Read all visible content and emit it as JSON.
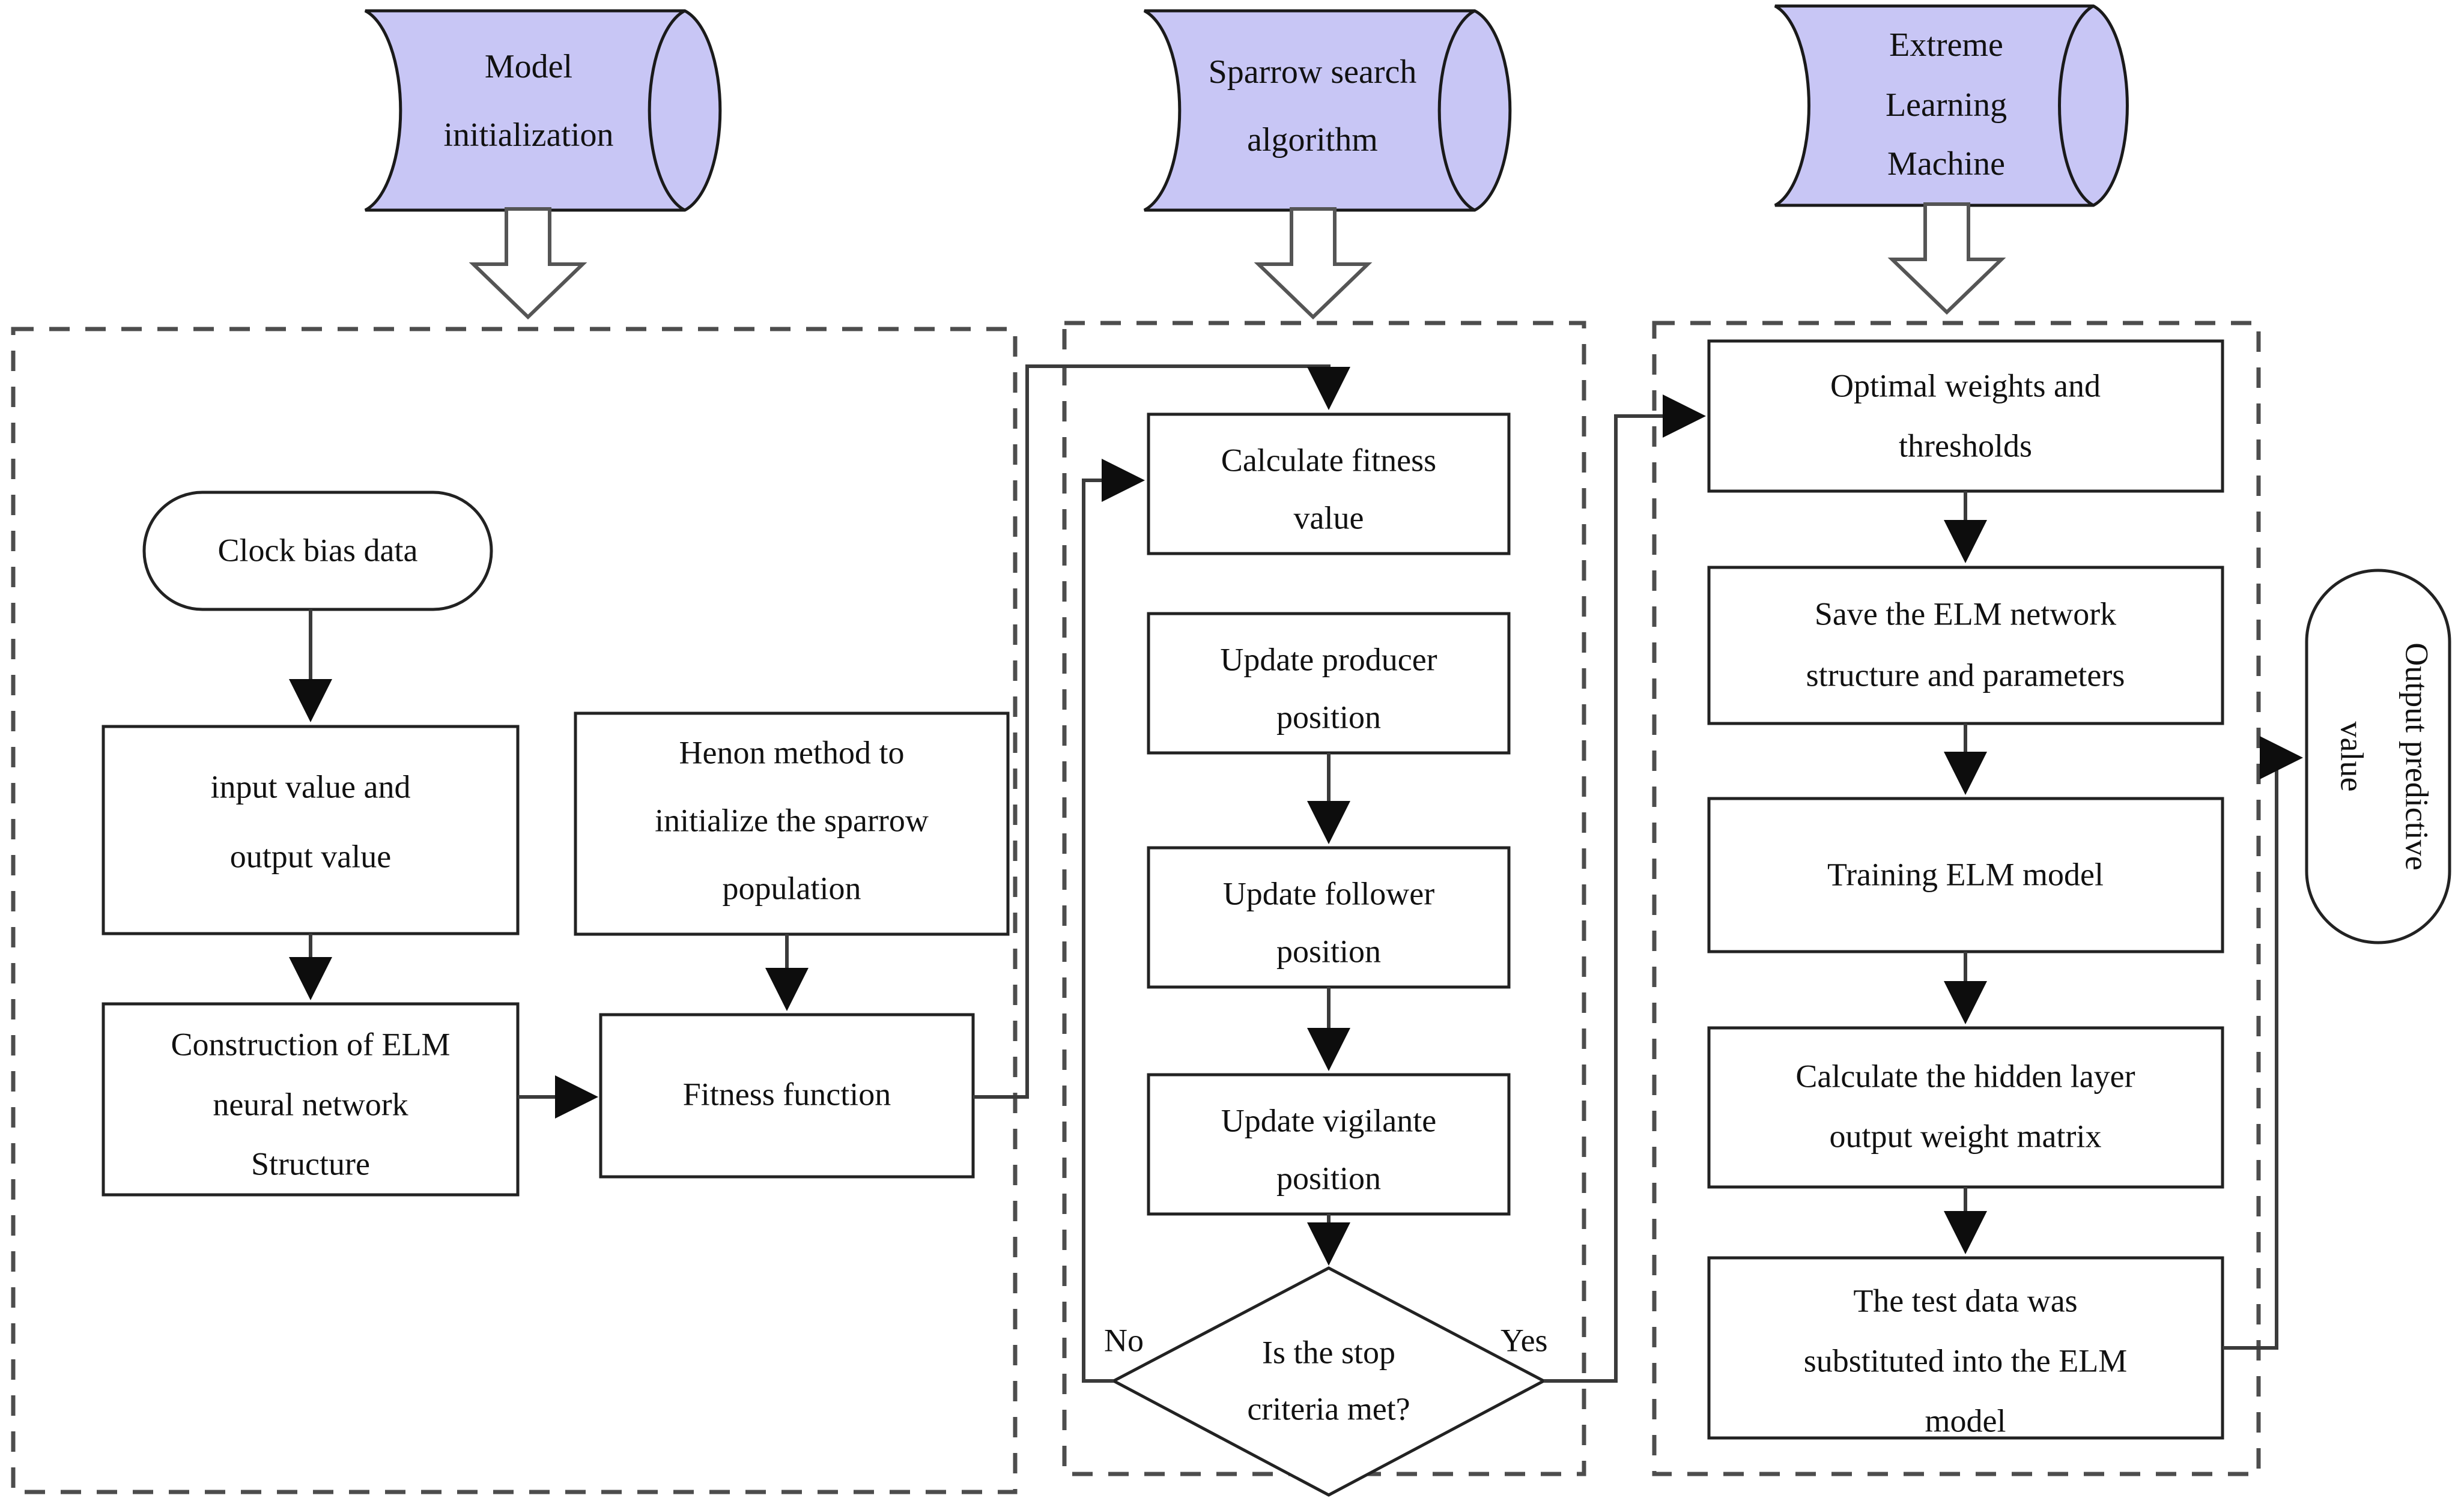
{
  "diagram": {
    "title": "SSA-ELM clock bias prediction model flowchart",
    "colors": {
      "cylinder_fill": "#c8c6f5",
      "node_stroke": "#222222",
      "panel_stroke": "#4d4d4d",
      "background": "#ffffff"
    },
    "stages": [
      {
        "id": "stage-model-init",
        "label": "Model\ninitialization"
      },
      {
        "id": "stage-sparrow",
        "label": "Sparrow search\nalgorithm"
      },
      {
        "id": "stage-elm",
        "label": "Extreme\nLearning\nMachine"
      }
    ],
    "stage_labels": {
      "model_initialization": {
        "line1": "Model",
        "line2": "initialization"
      },
      "sparrow_search_algorithm": {
        "line1": "Sparrow search",
        "line2": "algorithm"
      },
      "extreme_learning_machine": {
        "line1": "Extreme",
        "line2": "Learning",
        "line3": "Machine"
      }
    },
    "panels": [
      {
        "id": "panel-model-initialization",
        "stage": "Model initialization"
      },
      {
        "id": "panel-sparrow-search",
        "stage": "Sparrow search algorithm"
      },
      {
        "id": "panel-extreme-learning-machine",
        "stage": "Extreme Learning Machine"
      }
    ],
    "nodes": {
      "clock_bias_data": {
        "shape": "stadium",
        "text": "Clock bias data"
      },
      "input_output_value": {
        "shape": "rect",
        "line1": "input value and",
        "line2": "output value"
      },
      "henon_method": {
        "shape": "rect",
        "line1": "Henon method  to",
        "line2": "initialize the sparrow",
        "line3": "population"
      },
      "construction_elm": {
        "shape": "rect",
        "line1": "Construction of ELM",
        "line2": "neural network",
        "line3": "Structure"
      },
      "fitness_function": {
        "shape": "rect",
        "text": "Fitness function"
      },
      "calculate_fitness_value": {
        "shape": "rect",
        "line1": "Calculate fitness",
        "line2": "value"
      },
      "update_producer_position": {
        "shape": "rect",
        "line1": "Update producer",
        "line2": "position"
      },
      "update_follower_position": {
        "shape": "rect",
        "line1": "Update follower",
        "line2": "position"
      },
      "update_vigilante_position": {
        "shape": "rect",
        "line1": "Update vigilante",
        "line2": "position"
      },
      "stop_criteria": {
        "shape": "diamond",
        "line1": "Is the stop",
        "line2": "criteria met?"
      },
      "optimal_weights": {
        "shape": "rect",
        "line1": "Optimal weights and",
        "line2": "thresholds"
      },
      "save_elm": {
        "shape": "rect",
        "line1": "Save the ELM network",
        "line2": "structure and parameters"
      },
      "training_elm": {
        "shape": "rect",
        "text": "Training ELM model"
      },
      "hidden_layer_matrix": {
        "shape": "rect",
        "line1": "Calculate the hidden layer",
        "line2": "output weight matrix"
      },
      "test_data_elm": {
        "shape": "rect",
        "line1": "The test data was",
        "line2": "substituted into the ELM",
        "line3": "model"
      },
      "output_predictive_value": {
        "shape": "stadium-vertical",
        "line1": "Output predictive",
        "line2": "value"
      }
    },
    "edge_labels": {
      "no": "No",
      "yes": "Yes"
    },
    "edges": [
      {
        "from": "Model initialization",
        "to": "panel-model-initialization",
        "kind": "block-arrow-down"
      },
      {
        "from": "Sparrow search algorithm",
        "to": "panel-sparrow-search",
        "kind": "block-arrow-down"
      },
      {
        "from": "Extreme Learning Machine",
        "to": "panel-extreme-learning-machine",
        "kind": "block-arrow-down"
      },
      {
        "from": "Clock bias data",
        "to": "input value and output value",
        "kind": "arrow-down"
      },
      {
        "from": "input value and output value",
        "to": "Construction of ELM neural network Structure",
        "kind": "arrow-down"
      },
      {
        "from": "Henon method to initialize the sparrow population",
        "to": "Fitness function",
        "kind": "arrow-down"
      },
      {
        "from": "Construction of ELM neural network Structure",
        "to": "Fitness function",
        "kind": "arrow-right"
      },
      {
        "from": "Fitness function",
        "to": "Calculate fitness value",
        "kind": "routed-up-right"
      },
      {
        "from": "Calculate fitness value",
        "to": "Update producer position",
        "kind": "implicit"
      },
      {
        "from": "Update producer position",
        "to": "Update follower position",
        "kind": "arrow-down"
      },
      {
        "from": "Update follower position",
        "to": "Update vigilante position",
        "kind": "arrow-down"
      },
      {
        "from": "Update vigilante position",
        "to": "Is the stop criteria met?",
        "kind": "arrow-down"
      },
      {
        "from": "Is the stop criteria met?",
        "to": "Calculate fitness value",
        "label": "No",
        "kind": "feedback-left-up"
      },
      {
        "from": "Is the stop criteria met?",
        "to": "Optimal weights and thresholds",
        "label": "Yes",
        "kind": "routed-right-up"
      },
      {
        "from": "Optimal weights and thresholds",
        "to": "Save the ELM network structure and parameters",
        "kind": "arrow-down"
      },
      {
        "from": "Save the ELM network structure and parameters",
        "to": "Training ELM model",
        "kind": "arrow-down"
      },
      {
        "from": "Training ELM model",
        "to": "Calculate the hidden layer output weight matrix",
        "kind": "arrow-down"
      },
      {
        "from": "Calculate the hidden layer output weight matrix",
        "to": "The test data was substituted into the ELM model",
        "kind": "arrow-down"
      },
      {
        "from": "The test data was substituted into the ELM model",
        "to": "Output predictive value",
        "kind": "routed-right-up"
      }
    ]
  }
}
